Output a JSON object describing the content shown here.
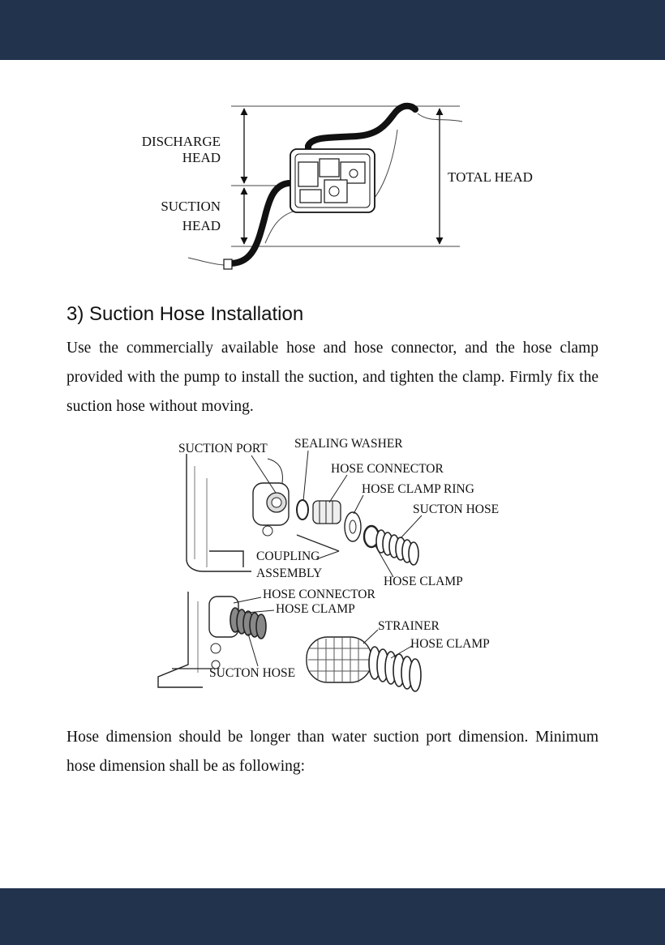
{
  "head_diagram": {
    "discharge_head_line1": "DISCHARGE",
    "discharge_head_line2": "HEAD",
    "suction_head_line1": "SUCTION",
    "suction_head_line2": "HEAD",
    "total_head": "TOTAL HEAD"
  },
  "section": {
    "title": "3) Suction Hose Installation",
    "paragraph": "Use the commercially available hose and hose connector, and the hose clamp provided with the pump to install the suction, and tighten the clamp. Firmly fix the suction hose without moving."
  },
  "parts_diagram": {
    "suction_port": "SUCTION PORT",
    "sealing_washer": "SEALING WASHER",
    "hose_connector_top": "HOSE CONNECTOR",
    "hose_clamp_ring": "HOSE CLAMP RING",
    "suction_hose_top": "SUCTON HOSE",
    "coupling_line1": "COUPLING",
    "coupling_line2": "ASSEMBLY",
    "hose_clamp_top": "HOSE CLAMP",
    "hose_connector_bottom": "HOSE CONNECTOR",
    "hose_clamp_bottom": "HOSE CLAMP",
    "strainer": "STRAINER",
    "hose_clamp_strainer": "HOSE CLAMP",
    "suction_hose_bottom": "SUCTON HOSE"
  },
  "note": {
    "paragraph": "Hose dimension should be longer than water suction port dimension. Minimum hose dimension shall be as following:"
  }
}
